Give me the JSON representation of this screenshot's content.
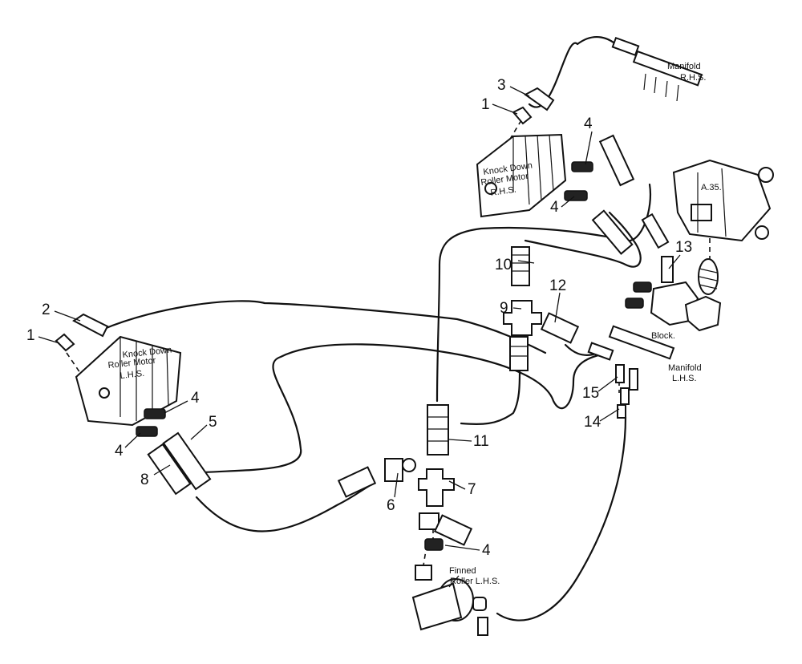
{
  "callouts": {
    "c1_upper": "1",
    "c3": "3",
    "c4_upper_a": "4",
    "c4_upper_b": "4",
    "c10": "10",
    "c9": "9",
    "c12": "12",
    "c13": "13",
    "c2": "2",
    "c1_lower": "1",
    "c4_left_a": "4",
    "c4_left_b": "4",
    "c5": "5",
    "c8": "8",
    "c11": "11",
    "c6": "6",
    "c7": "7",
    "c4_bottom": "4",
    "c15": "15",
    "c14": "14"
  },
  "labels": {
    "manifold_rhs_1": "Manifold",
    "manifold_rhs_2": "R.H.S.",
    "motor_rhs_1": "Knock Down",
    "motor_rhs_2": "Roller Motor",
    "motor_rhs_3": "R.H.S.",
    "motor_lhs_1": "Knock Down",
    "motor_lhs_2": "Roller Motor",
    "motor_lhs_3": "L.H.S.",
    "block": "Block.",
    "manifold_lhs_1": "Manifold",
    "manifold_lhs_2": "L.H.S.",
    "finned_1": "Finned",
    "finned_2": "Roller L.H.S.",
    "valve_tag": "A.35."
  }
}
